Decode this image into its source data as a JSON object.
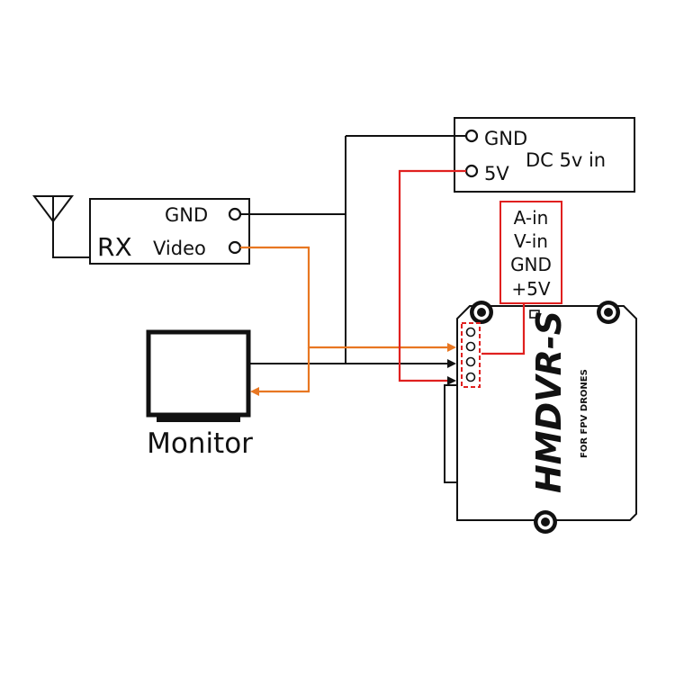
{
  "rx_module": {
    "label": "RX",
    "pins": [
      "GND",
      "Video"
    ]
  },
  "power_module": {
    "label": "DC 5v in",
    "pins": [
      "GND",
      "5V"
    ]
  },
  "pinout_box": {
    "pins": [
      "A-in",
      "V-in",
      "GND",
      "+5V"
    ]
  },
  "monitor": {
    "label": "Monitor"
  },
  "dvr_board": {
    "brand": "HMDVR-S",
    "tagline": "FOR FPV DRONES"
  },
  "colors": {
    "ground_and_signal": "#111111",
    "video": "#e87722",
    "power": "#e0201f"
  }
}
